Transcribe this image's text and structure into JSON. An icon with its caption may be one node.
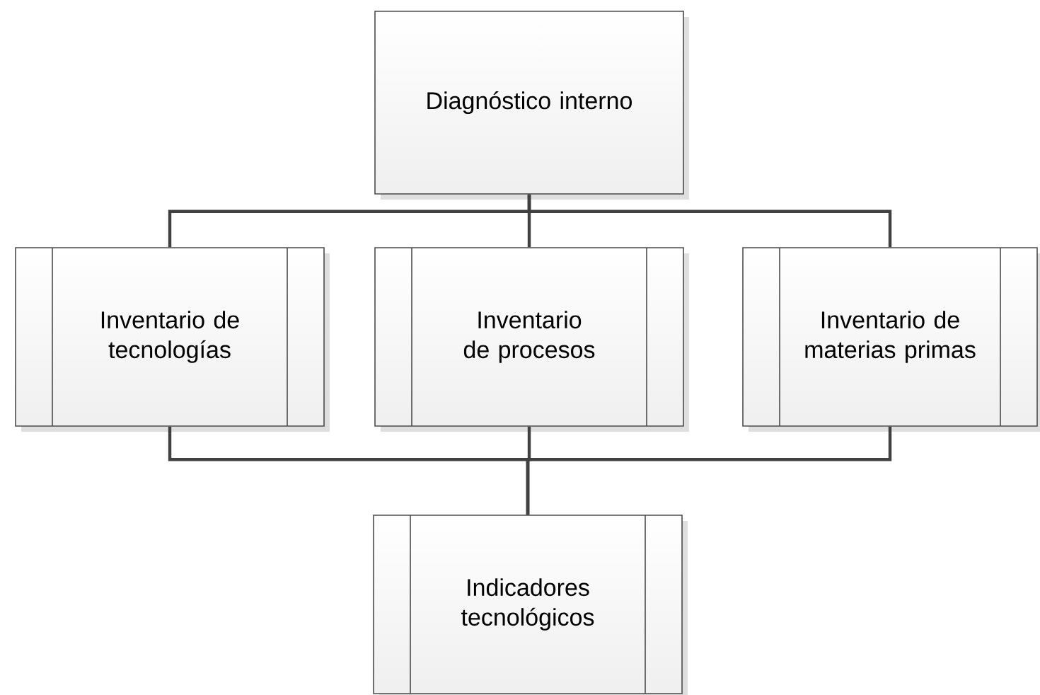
{
  "diagram": {
    "nodes": [
      {
        "text": [
          "Diagnóstico interno"
        ]
      },
      {
        "text": [
          "Inventario de tecnologías"
        ]
      },
      {
        "text": [
          "Inventario de procesos"
        ]
      },
      {
        "text": [
          "Inventario de materias primas"
        ]
      },
      {
        "text": [
          "Indicadores tecnológicos"
        ]
      }
    ],
    "edges": [
      {
        "from": 0,
        "to": 1,
        "arrow": "none"
      },
      {
        "from": 0,
        "to": 2,
        "arrow": "none"
      },
      {
        "from": 0,
        "to": 3,
        "arrow": "none"
      },
      {
        "from": 1,
        "to": 4,
        "arrow": "none"
      },
      {
        "from": 2,
        "to": 4,
        "arrow": "none"
      },
      {
        "from": 3,
        "to": 4,
        "arrow": "none"
      }
    ]
  }
}
